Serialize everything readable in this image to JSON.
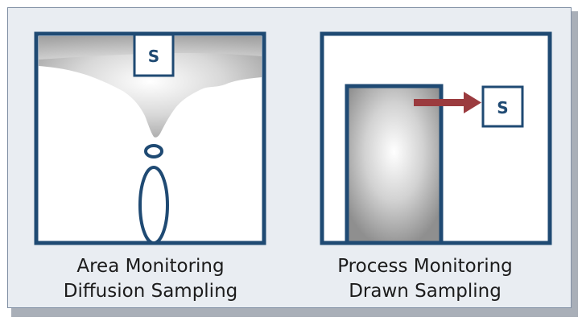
{
  "diagram": {
    "left_panel": {
      "sensor_label": "S",
      "caption_line1": "Area Monitoring",
      "caption_line2": "Diffusion Sampling"
    },
    "right_panel": {
      "sensor_label": "S",
      "caption_line1": "Process Monitoring",
      "caption_line2": "Drawn Sampling"
    }
  },
  "colors": {
    "frame": "#1f4a73",
    "arrow": "#9b3b3f",
    "background": "#e9edf2",
    "shadow": "#a9afb8"
  }
}
